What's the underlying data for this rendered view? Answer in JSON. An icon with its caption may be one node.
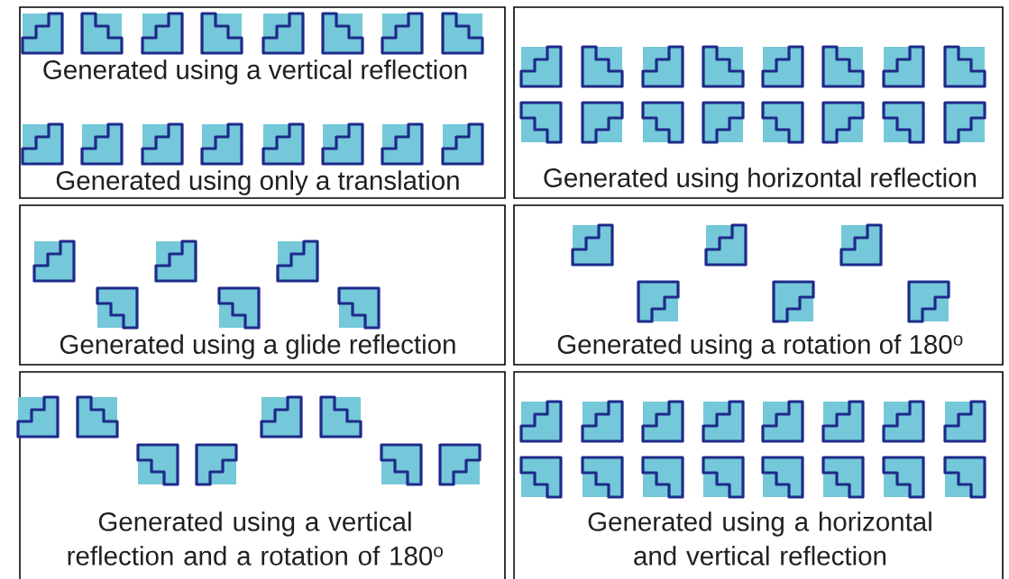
{
  "diagram": {
    "nodes": [
      {
        "text": [
          "Generated using a vertical reflection",
          "Generated using only a translation"
        ]
      },
      {
        "text": [
          "Generated using horizontal reflection"
        ]
      },
      {
        "text": [
          "Generated using a glide reflection"
        ]
      },
      {
        "text": [
          "Generated using a rotation of 180$^{o}$"
        ]
      },
      {
        "text": [
          "Generated using a vertical reflection and a rotation of 180$^{o}$"
        ]
      },
      {
        "text": [
          "Generated using a horizontal and vertical reflection"
        ]
      }
    ]
  }
}
